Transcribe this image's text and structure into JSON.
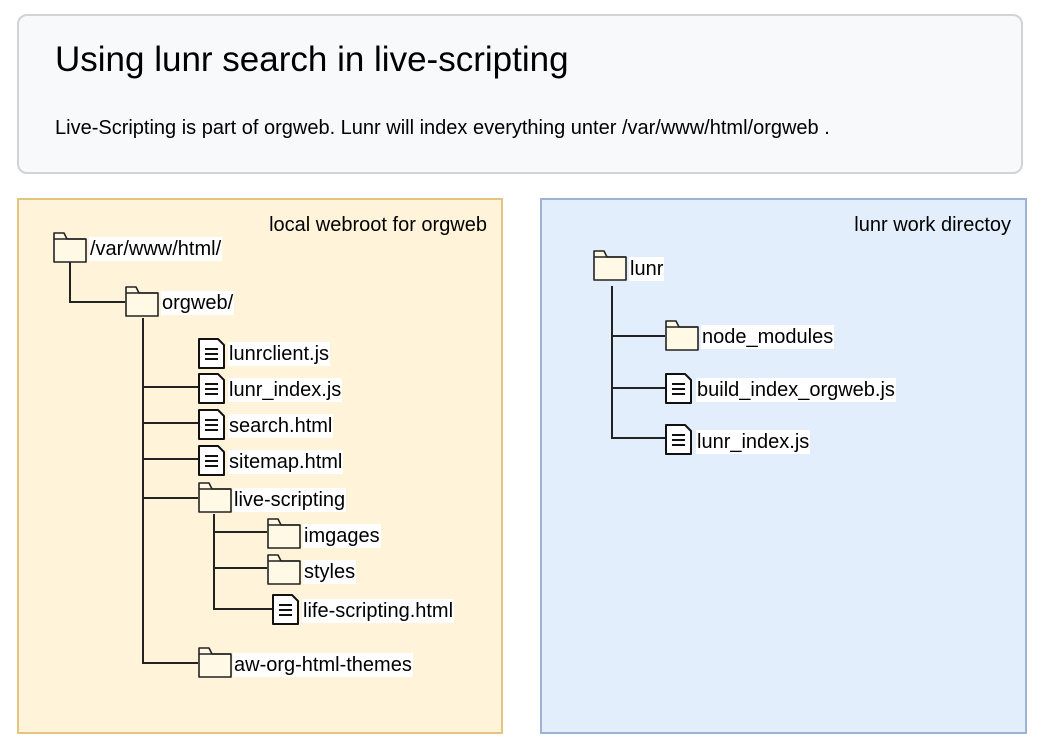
{
  "header": {
    "title": "Using lunr search in live-scripting",
    "description": "Live-Scripting is part of orgweb. Lunr will index everything unter /var/www/html/orgweb ."
  },
  "left_panel": {
    "label": "local webroot for orgweb",
    "items": {
      "var_www_html": "/var/www/html/",
      "orgweb": "orgweb/",
      "lunrclient": "lunrclient.js",
      "lunr_index": "lunr_index.js",
      "search": "search.html",
      "sitemap": "sitemap.html",
      "live_scripting": "live-scripting",
      "imgages": "imgages",
      "styles": "styles",
      "life_scripting": "life-scripting.html",
      "aw_themes": "aw-org-html-themes"
    }
  },
  "right_panel": {
    "label": "lunr work directoy",
    "items": {
      "lunr": "lunr",
      "node_modules": "node_modules",
      "build_index": "build_index_orgweb.js",
      "lunr_index": "lunr_index.js"
    }
  },
  "colors": {
    "left_panel_fill": "#fff4d9",
    "left_panel_border": "#e3c57e",
    "right_panel_fill": "#e3eefd",
    "right_panel_border": "#9db3d4",
    "folder_fill": "#fff9e6"
  },
  "icons": {
    "folder": "folder-icon",
    "file": "file-icon"
  }
}
